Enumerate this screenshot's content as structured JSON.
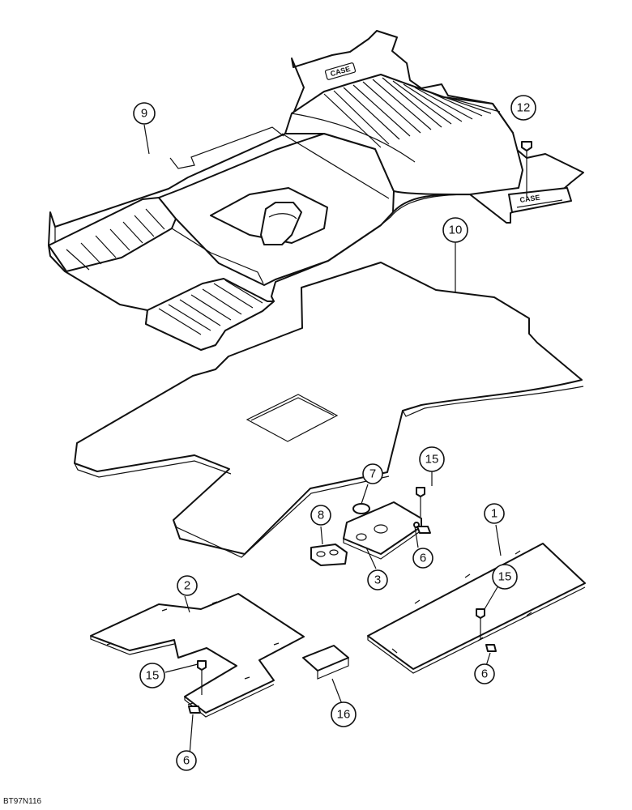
{
  "drawing_ref": "BT97N116",
  "mat_logo": "CASE",
  "callouts": [
    {
      "id": "9",
      "label": "9"
    },
    {
      "id": "12",
      "label": "12"
    },
    {
      "id": "10",
      "label": "10"
    },
    {
      "id": "7",
      "label": "7"
    },
    {
      "id": "15a",
      "label": "15"
    },
    {
      "id": "8",
      "label": "8"
    },
    {
      "id": "6a",
      "label": "6"
    },
    {
      "id": "3",
      "label": "3"
    },
    {
      "id": "1",
      "label": "1"
    },
    {
      "id": "15b",
      "label": "15"
    },
    {
      "id": "2",
      "label": "2"
    },
    {
      "id": "15c",
      "label": "15"
    },
    {
      "id": "6b",
      "label": "6"
    },
    {
      "id": "16",
      "label": "16"
    },
    {
      "id": "6c",
      "label": "6"
    }
  ]
}
